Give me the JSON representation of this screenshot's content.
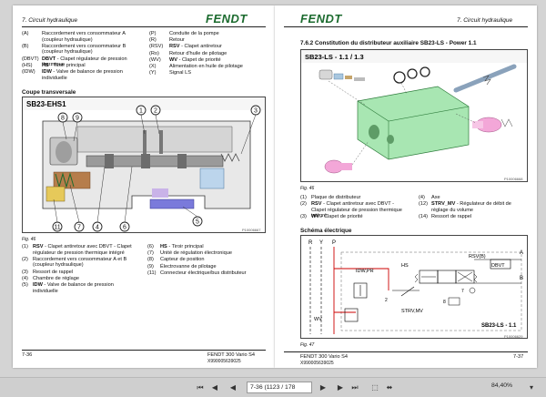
{
  "left_page": {
    "section": "7. Circuit hydraulique",
    "logo": "FENDT",
    "abbrev_left": [
      {
        "code": "(A)",
        "text": "Raccordement vers consommateur A (coupleur hydraulique)"
      },
      {
        "code": "(B)",
        "text": "Raccordement vers consommateur B (coupleur hydraulique)"
      },
      {
        "code": "(DBVT)",
        "bold": "DBVT",
        "text": " - Clapet régulateur de pression thermique"
      },
      {
        "code": "(HS)",
        "bold": "HS",
        "text": " - Tiroir principal"
      },
      {
        "code": "(IDW)",
        "bold": "IDW",
        "text": " - Valve de balance de pression individuelle"
      }
    ],
    "abbrev_right": [
      {
        "code": "(P)",
        "text": "Conduite de la pompe"
      },
      {
        "code": "(R)",
        "text": "Retour"
      },
      {
        "code": "(RSV)",
        "bold": "RSV",
        "text": " - Clapet antiretour"
      },
      {
        "code": "(Ro)",
        "text": "Retour d'huile de pilotage"
      },
      {
        "code": "(WV)",
        "bold": "WV",
        "text": " - Clapet de priorité"
      },
      {
        "code": "(X)",
        "text": "Alimentation en huile de pilotage"
      },
      {
        "code": "(Y)",
        "text": "Signal LS"
      }
    ],
    "fig_heading": "Coupe transversale",
    "fig_label": "SB23-EHS1",
    "fig_code": "P10006667",
    "fig_number": "Fig. 46",
    "legend_left": [
      {
        "n": "(1)",
        "bold": "RSV",
        "text": " - Clapet antiretour avec DBVT - Clapet régulateur de pression thermique intégré"
      },
      {
        "n": "(2)",
        "text": "Raccordement vers consommateur A et B (coupleur hydraulique)"
      },
      {
        "n": "(3)",
        "text": "Ressort de rappel"
      },
      {
        "n": "(4)",
        "text": "Chambre de réglage"
      },
      {
        "n": "(5)",
        "bold": "IDW",
        "text": " - Valve de balance de pression individuelle"
      }
    ],
    "legend_right": [
      {
        "n": "(6)",
        "bold": "HS",
        "text": " - Tiroir principal"
      },
      {
        "n": "(7)",
        "text": "Unité de régulation électronique"
      },
      {
        "n": "(8)",
        "text": "Capteur de position"
      },
      {
        "n": "(9)",
        "text": "Électrovanne de pilotage"
      },
      {
        "n": "(11)",
        "text": "Connecteur électrique/bus distributeur"
      }
    ],
    "footer_page": "7-36",
    "footer_model": "FENDT 300 Vario S4",
    "footer_ref": "X990005639025"
  },
  "right_page": {
    "section": "7. Circuit hydraulique",
    "logo": "FENDT",
    "heading": "7.6.2 Constitution du distributeur auxiliaire SB23-LS - Power 1.1",
    "fig_label": "SB23-LS - 1.1 / 1.3",
    "fig_code": "P10006668",
    "fig_number": "Fig. 46",
    "legend_left": [
      {
        "n": "(1)",
        "text": "Plaque de distributeur"
      },
      {
        "n": "(2)",
        "bold": "RSV",
        "text": " - Clapet antiretour avec DBVT - Clapet régulateur de pression thermique intégré"
      },
      {
        "n": "(3)",
        "bold": "WV",
        "text": " - Clapet de priorité"
      }
    ],
    "legend_right": [
      {
        "n": "(4)",
        "text": "Axe"
      },
      {
        "n": "(12)",
        "bold": "STRV_MV",
        "text": " - Régulateur de débit de réglage du volume"
      },
      {
        "n": "(14)",
        "text": "Ressort de rappel"
      }
    ],
    "schematic_heading": "Schéma électrique",
    "schematic_labels": {
      "r": "R",
      "y": "Y",
      "p": "P",
      "a": "A",
      "b": "B",
      "rsv": "RSV(B)",
      "dbvt": "DBVT",
      "hs": "HS",
      "idw": "IDW,PR",
      "strv": "STRV,MV",
      "wv": "WV",
      "sb": "SB23-LS - 1.1",
      "n2": "2",
      "n7": "7",
      "n8": "8"
    },
    "schematic_code": "P10006629",
    "schematic_fig": "Fig. 47",
    "footer_model": "FENDT 300 Vario S4",
    "footer_ref": "X990005639025",
    "footer_page": "7-37"
  },
  "toolbar": {
    "page_field": "7-36 (1123 / 178",
    "zoom": "84,40%"
  },
  "colors": {
    "logo": "#1c6b2f",
    "block_green": "#a8e6b2",
    "pink": "#f3a7d8",
    "schematic_red": "#cc0000",
    "section_brown": "#b67d4b"
  }
}
